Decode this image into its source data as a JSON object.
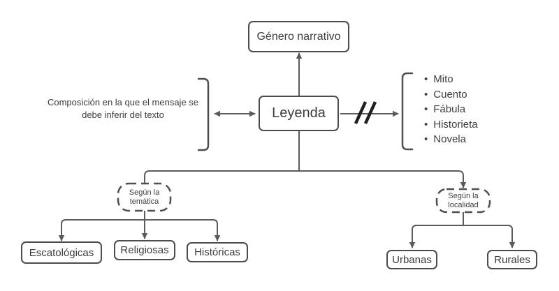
{
  "diagram": {
    "title_node": "Género narrativo",
    "central_node": "Leyenda",
    "definition_note": "Composición en la que el mensaje se debe inferir del texto",
    "examples": [
      "Mito",
      "Cuento",
      "Fábula",
      "Historieta",
      "Novela"
    ],
    "categories": [
      {
        "label": "Según la temática",
        "children": [
          "Escatológicas",
          "Religiosas",
          "Históricas"
        ]
      },
      {
        "label": "Según la localidad",
        "children": [
          "Urbanas",
          "Rurales"
        ]
      }
    ]
  },
  "icons": {
    "break_mark": "double-slash",
    "grouping_left": "square-bracket-closing",
    "grouping_right": "square-bracket-opening"
  },
  "palette": {
    "background": "#ffffff",
    "line_color": "#5b5b5b",
    "box_border_color": "#4c4c4c",
    "text_color": "#3d3d3d",
    "break_mark_color": "#1f1f1f"
  }
}
